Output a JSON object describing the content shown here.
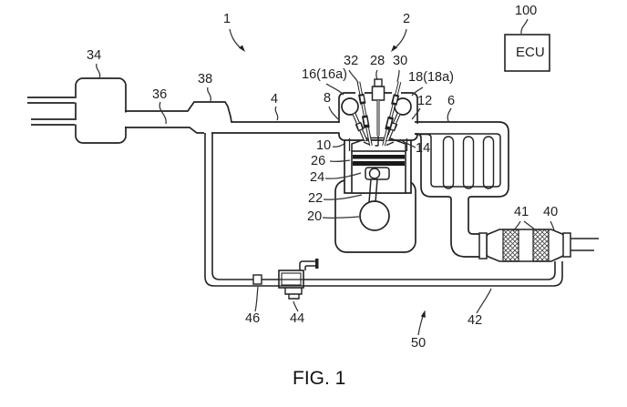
{
  "figure": {
    "caption": "FIG. 1",
    "ecu_label": "ECU",
    "labels": {
      "n1": "1",
      "n2": "2",
      "n4": "4",
      "n6": "6",
      "n8": "8",
      "n10": "10",
      "n12": "12",
      "n14": "14",
      "n16": "16(16a)",
      "n18": "18(18a)",
      "n20": "20",
      "n22": "22",
      "n24": "24",
      "n26": "26",
      "n28": "28",
      "n30": "30",
      "n32": "32",
      "n34": "34",
      "n36": "36",
      "n38": "38",
      "n40": "40",
      "n41": "41",
      "n42": "42",
      "n44": "44",
      "n46": "46",
      "n50": "50",
      "n100": "100"
    }
  }
}
